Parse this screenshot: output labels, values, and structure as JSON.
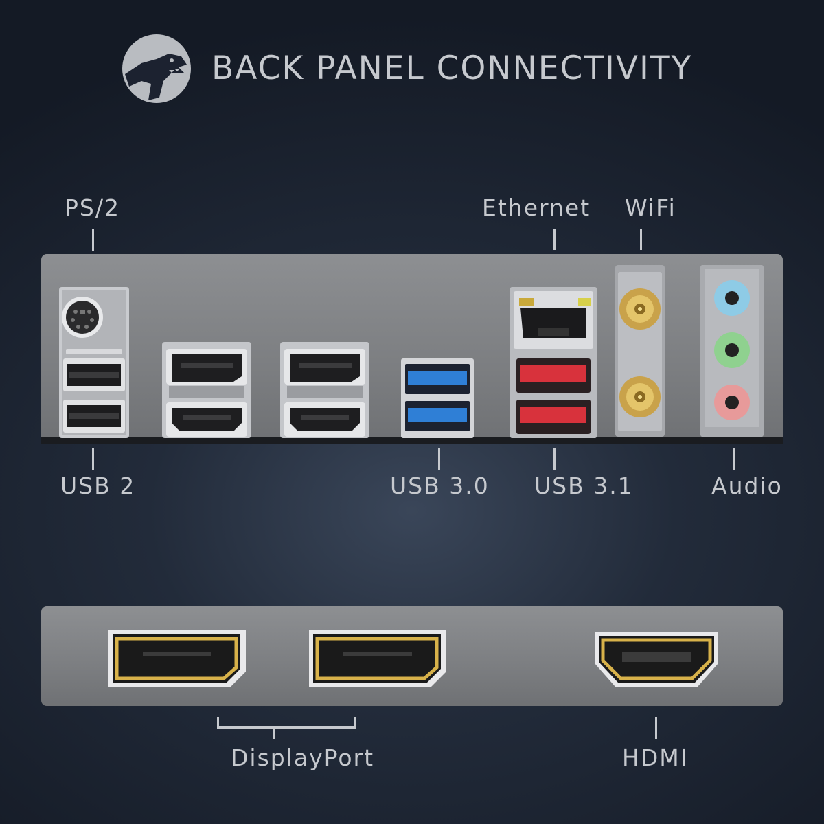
{
  "header": {
    "title": "BACK PANEL CONNECTIVITY"
  },
  "top_labels": {
    "ps2": "PS/2",
    "ethernet": "Ethernet",
    "wifi": "WiFi"
  },
  "bottom_labels": {
    "usb2": "USB 2",
    "usb30": "USB 3.0",
    "usb31": "USB 3.1",
    "audio": "Audio"
  },
  "video_labels": {
    "displayport": "DisplayPort",
    "hdmi": "HDMI"
  },
  "colors": {
    "usb30": "#2f7fd6",
    "usb31": "#d8323c",
    "audio_blue": "#8ecbe6",
    "audio_green": "#8fd18f",
    "audio_pink": "#e79a9a",
    "gold": "#d8b24a"
  },
  "icons": [
    "dinosaur-logo-icon"
  ]
}
